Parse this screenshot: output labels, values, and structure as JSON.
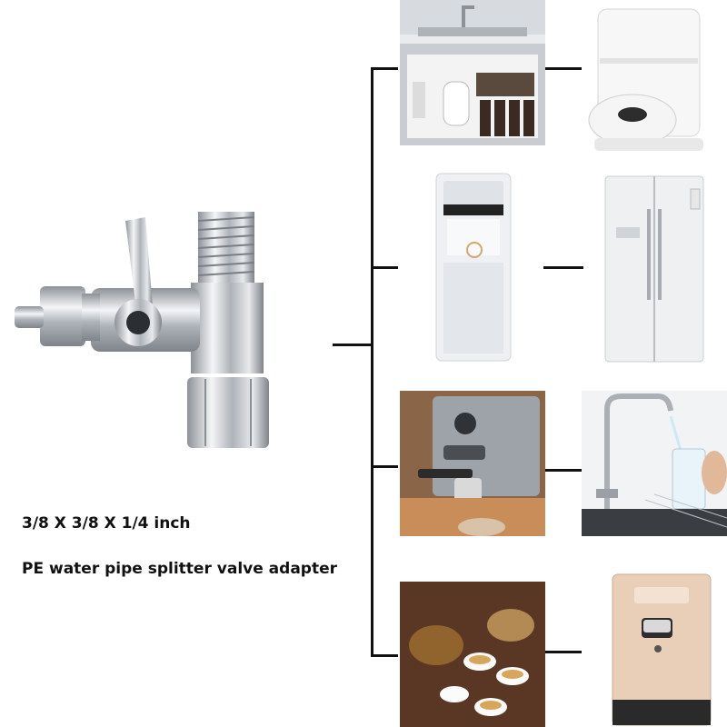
{
  "product": {
    "icon": "three-way-valve-adapter-icon",
    "caption_size": "3/8 X 3/8 X 1/4 inch",
    "caption_desc": "PE water pipe splitter valve adapter"
  },
  "applications": [
    {
      "icon": "under-sink-ro-filter-photo"
    },
    {
      "icon": "robot-vacuum-station-photo"
    },
    {
      "icon": "water-dispenser-photo"
    },
    {
      "icon": "refrigerator-photo"
    },
    {
      "icon": "espresso-machine-photo"
    },
    {
      "icon": "drinking-faucet-photo"
    },
    {
      "icon": "tea-set-photo"
    },
    {
      "icon": "wall-water-dispenser-photo"
    }
  ],
  "colors": {
    "line": "#111111",
    "chrome": "#c9ccd1",
    "text": "#111111"
  }
}
